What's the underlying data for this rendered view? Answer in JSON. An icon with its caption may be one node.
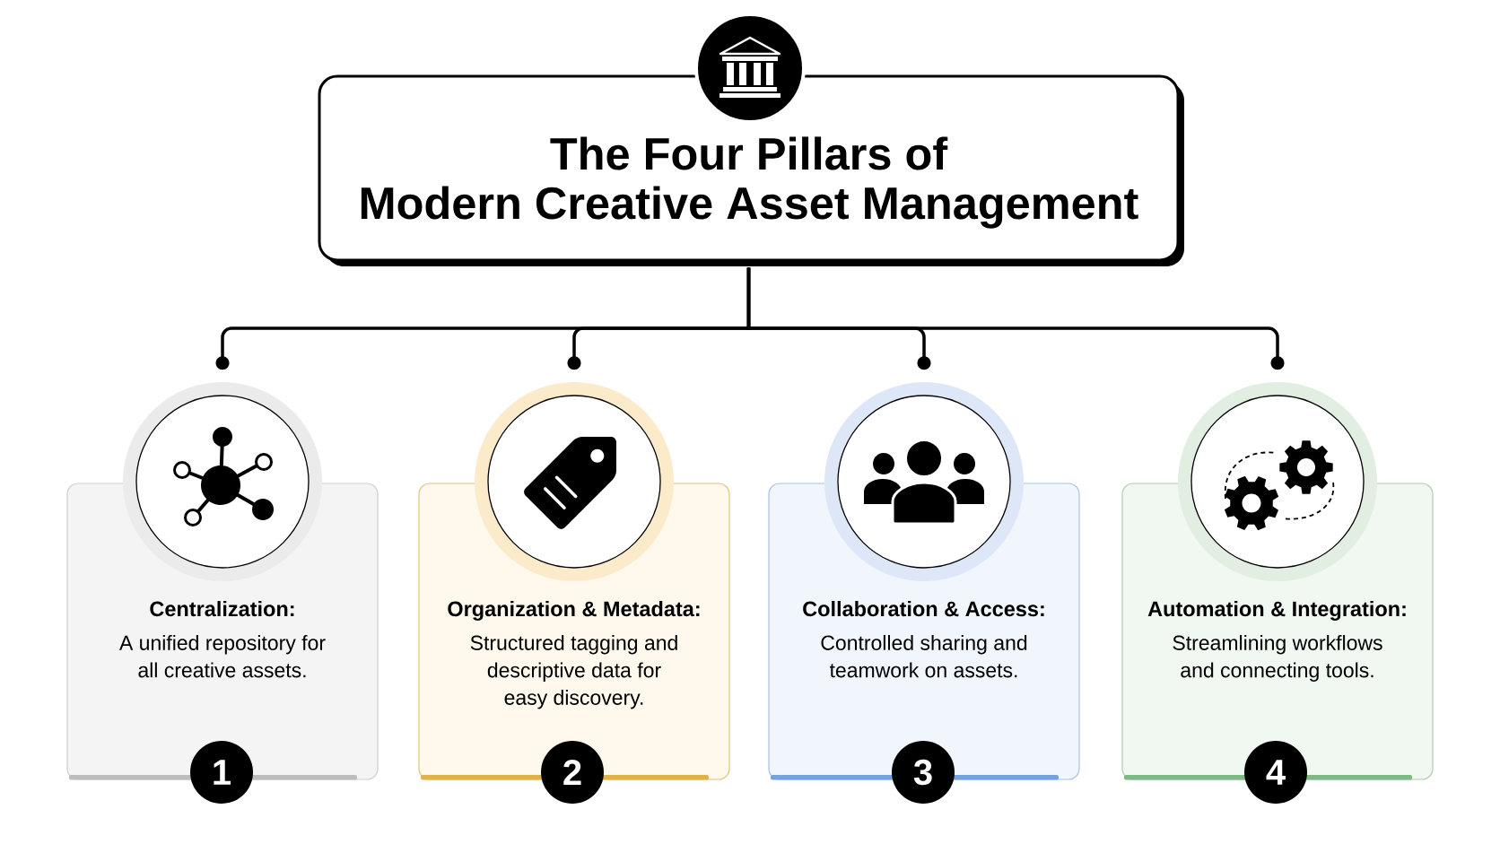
{
  "diagram": {
    "nodes": [
      {
        "text": [
          "The Four Pillars of Modern Creative Asset Management"
        ]
      },
      {
        "text": [],
        "shape": "circle"
      },
      {
        "text": [
          "Centralization:",
          "A unified repository for all creative assets."
        ]
      },
      {
        "text": [
          "1"
        ]
      },
      {
        "text": [],
        "shape": "circle"
      },
      {
        "text": [
          "Organization & Metadata:",
          "Structured tagging and descriptive data for easy discovery."
        ]
      },
      {
        "text": [
          "2"
        ]
      },
      {
        "text": [],
        "shape": "circle"
      },
      {
        "text": [
          "Collaboration & Access:",
          "Controlled sharing and teamwork on assets."
        ]
      },
      {
        "text": [
          "3"
        ]
      },
      {
        "text": [],
        "shape": "circle"
      },
      {
        "text": [
          "Automation & Integration:",
          "Streamlining workflows and connecting tools."
        ]
      },
      {
        "text": [
          "4"
        ]
      }
    ],
    "edges": [
      {
        "from": 0,
        "to": 1,
        "arrow": "other"
      },
      {
        "from": 0,
        "to": 4,
        "arrow": "other"
      },
      {
        "from": 0,
        "to": 7,
        "arrow": "other"
      },
      {
        "from": 0,
        "to": 10,
        "arrow": "other"
      }
    ]
  }
}
